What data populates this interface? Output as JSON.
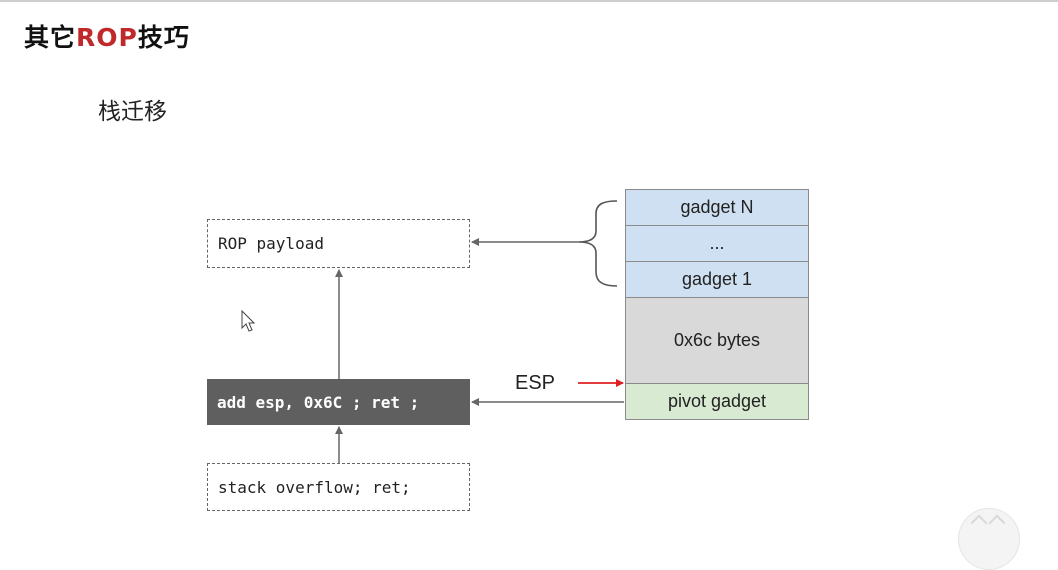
{
  "slide": {
    "title_prefix": "其它",
    "title_accent": "ROP",
    "title_suffix": "技巧",
    "subtitle": "栈迁移"
  },
  "diagram": {
    "rop_payload": "ROP payload",
    "add_esp": "add esp, 0x6C ; ret ;",
    "stack_overflow": "stack overflow; ret;",
    "esp_label": "ESP",
    "stack_cells": [
      "gadget N",
      "...",
      "gadget 1",
      "0x6c bytes",
      "pivot gadget"
    ]
  },
  "colors": {
    "accent_red": "#c0282a",
    "esp_arrow": "#e02020",
    "gadget_blue": "#cfe0f2",
    "bytes_gray": "#d9d9d9",
    "pivot_green": "#d9ead3",
    "dark_box": "#5f5f5f"
  },
  "icons": {
    "cursor": "mouse-pointer-icon",
    "floating": "floating-assistant-icon"
  }
}
